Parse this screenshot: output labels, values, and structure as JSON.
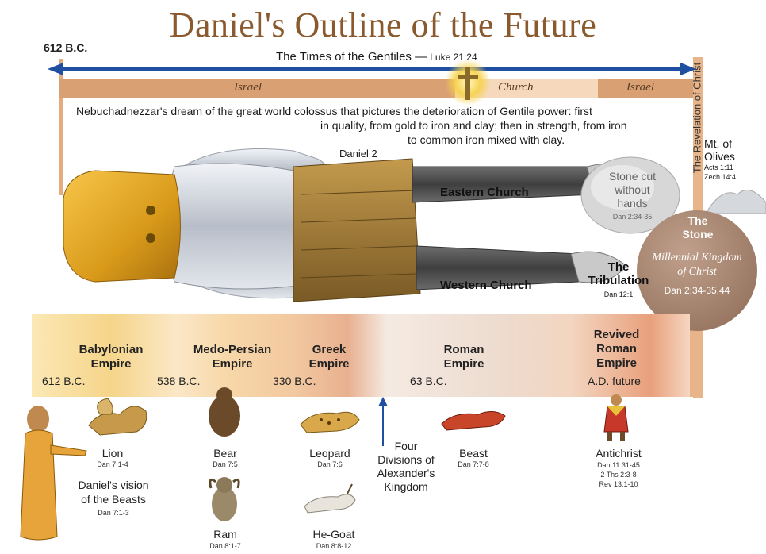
{
  "title": "Daniel's Outline of the Future",
  "timeline": {
    "start_date": "612 B.C.",
    "gentiles_label": "The Times of the Gentiles —",
    "gentiles_ref": "Luke 21:24",
    "bands": [
      "Israel",
      "Church",
      "Israel"
    ],
    "revelation_label": "The Revelation of Christ"
  },
  "description": "Nebuchadnezzar's dream of the great world colossus that pictures the deterioration of Gentile power: first in quality, from gold to iron and clay; then in strength, from iron to common iron mixed with clay.",
  "description_lines": [
    "Nebuchadnezzar's dream of the great world colossus that pictures the deterioration of Gentile power: first",
    "in quality, from gold to iron and clay; then in strength, from iron",
    "to common iron mixed with clay."
  ],
  "statue": {
    "ref": "Daniel 2",
    "eastern_leg": "Eastern Church",
    "western_leg": "Western Church"
  },
  "stone": {
    "cut_lines": [
      "Stone cut",
      "without",
      "hands"
    ],
    "cut_ref": "Dan 2:34-35",
    "title_lines": [
      "The",
      "Stone"
    ],
    "kingdom_lines": [
      "Millennial Kingdom",
      "of Christ"
    ],
    "kingdom_ref": "Dan 2:34-35,44"
  },
  "olives": {
    "lines": [
      "Mt. of",
      "Olives"
    ],
    "refs": [
      "Acts 1:11",
      "Zech 14:4"
    ]
  },
  "tribulation": {
    "lines": [
      "The",
      "Tribulation"
    ],
    "ref": "Dan 12:1"
  },
  "empires": [
    {
      "name_lines": [
        "Babylonian",
        "Empire"
      ],
      "date": "612 B.C."
    },
    {
      "name_lines": [
        "Medo-Persian",
        "Empire"
      ],
      "date": "538 B.C."
    },
    {
      "name_lines": [
        "Greek",
        "Empire"
      ],
      "date": "330 B.C."
    },
    {
      "name_lines": [
        "Roman",
        "Empire"
      ],
      "date": "63 B.C."
    },
    {
      "name_lines": [
        "Revived",
        "Roman",
        "Empire"
      ],
      "date": "A.D. future"
    }
  ],
  "beasts": [
    {
      "name": "Lion",
      "ref": "Dan 7:1-4"
    },
    {
      "name": "Bear",
      "ref": "Dan 7:5"
    },
    {
      "name": "Ram",
      "ref": "Dan 8:1-7"
    },
    {
      "name": "Leopard",
      "ref": "Dan 7:6"
    },
    {
      "name": "He-Goat",
      "ref": "Dan 8:8-12"
    },
    {
      "name": "Beast",
      "ref": "Dan 7:7-8"
    }
  ],
  "vision": {
    "lines": [
      "Daniel's vision",
      "of the Beasts"
    ],
    "ref": "Dan 7:1-3"
  },
  "divisions": {
    "lines": [
      "Four",
      "Divisions of",
      "Alexander's",
      "Kingdom"
    ]
  },
  "antichrist": {
    "name": "Antichrist",
    "refs": [
      "Dan 11:31-45",
      "2 Ths 2:3-8",
      "Rev 13:1-10"
    ]
  },
  "colors": {
    "title": "#8a5a2e",
    "arrow": "#1f4fa0",
    "band": "#d9a074",
    "band_light": "#f6d9bd",
    "gold": "#d99a1a",
    "stone": "#9c7a66"
  }
}
